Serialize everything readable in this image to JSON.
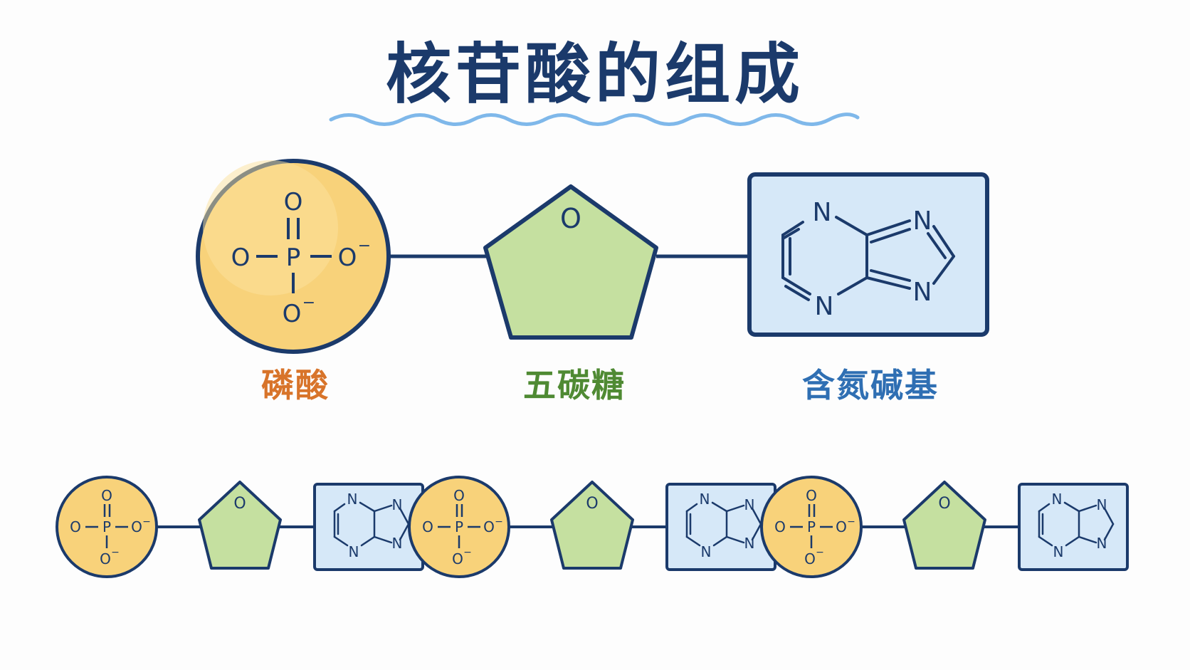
{
  "title": "核苷酸的组成",
  "components": {
    "phosphate": {
      "label": "磷酸",
      "atoms": {
        "oxygen": "O",
        "phosphorus": "P",
        "charge": "−"
      },
      "fill_color": "#f8d27a",
      "label_color": "#d8742a"
    },
    "sugar": {
      "label": "五碳糖",
      "ring_atom": "O",
      "fill_color": "#c5e0a0",
      "label_color": "#4f8a33"
    },
    "base": {
      "label": "含氮碱基",
      "ring_atom": "N",
      "fill_color": "#d6e8f8",
      "label_color": "#2f6fb3"
    }
  },
  "chain": {
    "nucleotide_count": 3
  },
  "colors": {
    "outline": "#1b3a6b",
    "title": "#1b3a6b",
    "wave": "#7fb8ea"
  }
}
